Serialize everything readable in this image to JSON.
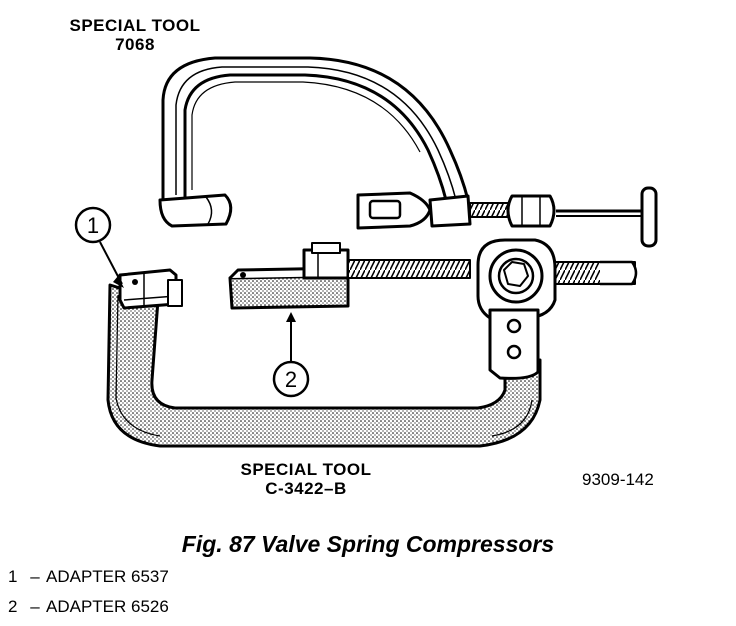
{
  "labels": {
    "tool_top": [
      "SPECIAL TOOL",
      "7068"
    ],
    "tool_bottom": [
      "SPECIAL TOOL",
      "C-3422–B"
    ],
    "reference": "9309-142",
    "callout_1": "1",
    "callout_2": "2"
  },
  "caption": "Fig. 87 Valve Spring Compressors",
  "legend": [
    {
      "num": "1",
      "dash": "–",
      "text": "ADAPTER 6537"
    },
    {
      "num": "2",
      "dash": "–",
      "text": "ADAPTER 6526"
    }
  ]
}
